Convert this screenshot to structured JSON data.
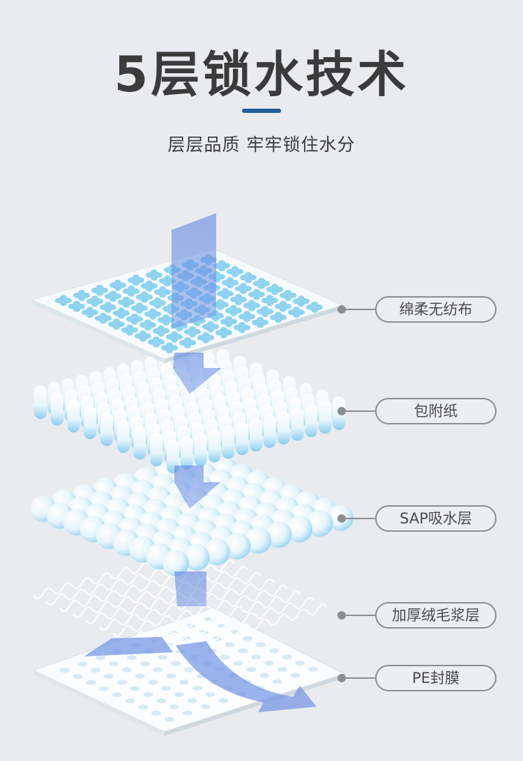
{
  "header": {
    "title": "5层锁水技术",
    "subtitle": "层层品质 牢牢锁住水分"
  },
  "layers": [
    {
      "label": "绵柔无纺布",
      "icon": "nonwoven-top-sheet"
    },
    {
      "label": "包附纸",
      "icon": "wrap-tissue-cylinders"
    },
    {
      "label": "SAP吸水层",
      "icon": "sap-beads"
    },
    {
      "label": "加厚绒毛浆层",
      "icon": "fluff-pulp-waves"
    },
    {
      "label": "PE封膜",
      "icon": "pe-film-base"
    }
  ],
  "colors": {
    "background": "#e9ebef",
    "accent": "#1f5e98",
    "flow_arrow": "#7b9ee6",
    "sheet_blue": "#8ed3f1",
    "connector": "#8a8d92"
  }
}
